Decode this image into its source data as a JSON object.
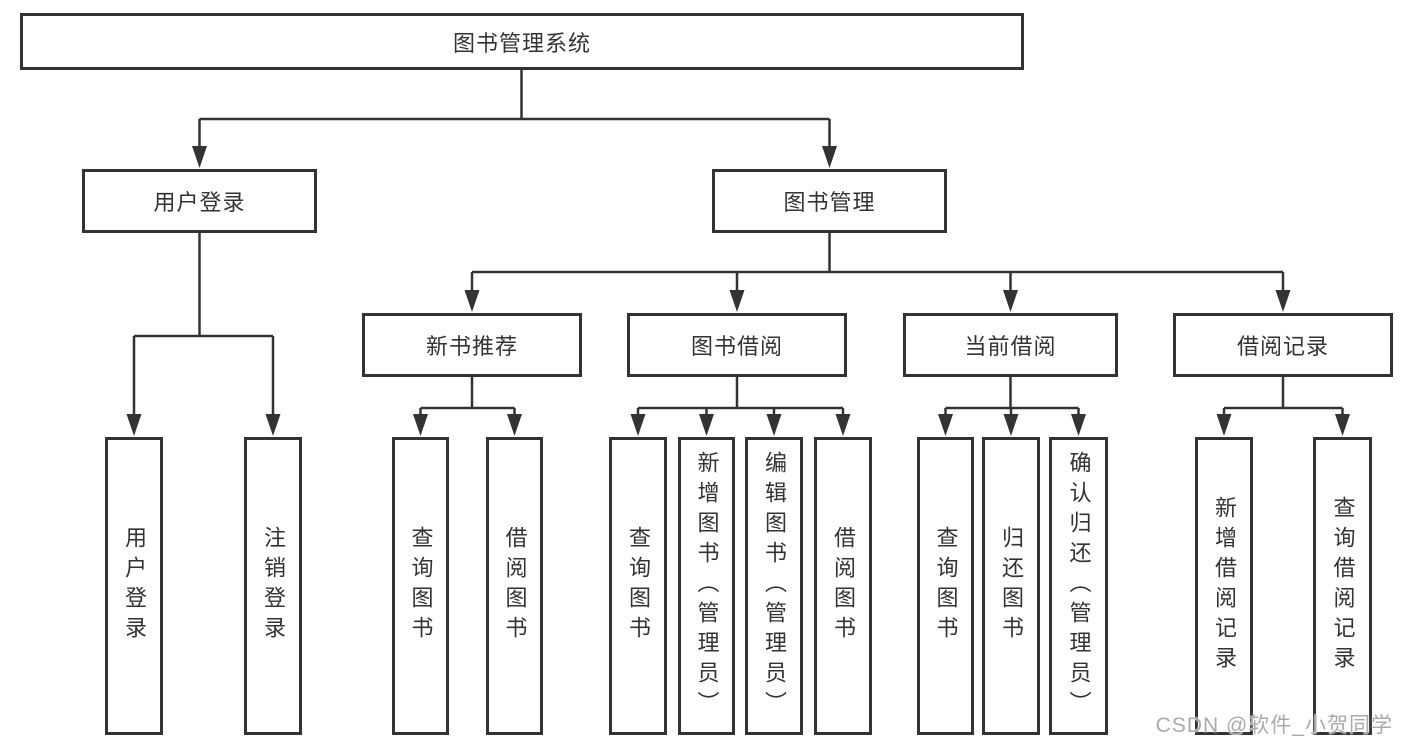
{
  "diagram": {
    "root": {
      "label": "图书管理系统"
    },
    "login": {
      "label": "用户登录",
      "children": [
        {
          "label": "用户登录"
        },
        {
          "label": "注销登录"
        }
      ]
    },
    "management": {
      "label": "图书管理",
      "groups": [
        {
          "label": "新书推荐",
          "children": [
            {
              "label": "查询图书"
            },
            {
              "label": "借阅图书"
            }
          ]
        },
        {
          "label": "图书借阅",
          "children": [
            {
              "label": "查询图书"
            },
            {
              "label": "新增图书（管理员）"
            },
            {
              "label": "编辑图书（管理员）"
            },
            {
              "label": "借阅图书"
            }
          ]
        },
        {
          "label": "当前借阅",
          "children": [
            {
              "label": "查询图书"
            },
            {
              "label": "归还图书"
            },
            {
              "label": "确认归还（管理员）"
            }
          ]
        },
        {
          "label": "借阅记录",
          "children": [
            {
              "label": "新增借阅记录"
            },
            {
              "label": "查询借阅记录"
            }
          ]
        }
      ]
    }
  },
  "watermark": "CSDN @软件_小贺同学",
  "colors": {
    "line": "#333333",
    "box_border": "#333333",
    "text": "#333333",
    "background": "#ffffff",
    "watermark": "#ababab"
  }
}
